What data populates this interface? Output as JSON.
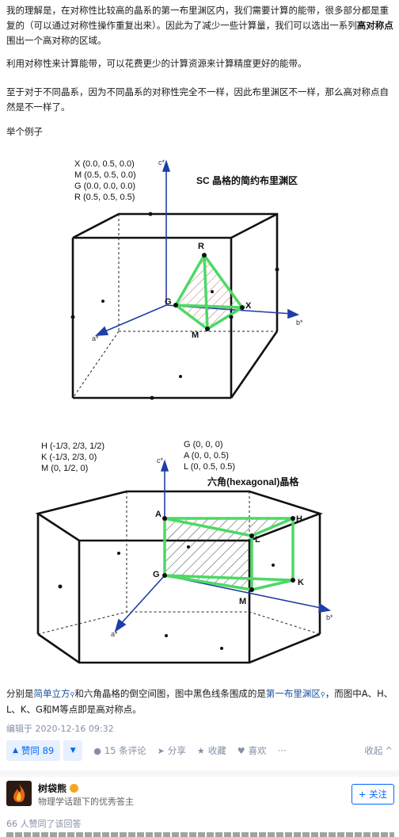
{
  "paragraphs": {
    "p1_part1": "我的理解是，在对称性比较高的晶系的第一布里渊区内，我们需要计算的能带，很多部分都是重复的（可以通过对称性操作重复出来）。因此为了减少一些计算量，我们可以选出一系列",
    "p1_bold": "高对称点",
    "p1_part2": "围出一个高对称的区域。",
    "p2": "利用对称性来计算能带，可以花费更少的计算资源来计算精度更好的能带。",
    "p3": "至于对于不同晶系，因为不同晶系的对称性完全不一样，因此布里渊区不一样，那么高对称点自然是不一样了。",
    "p4": "举个例子"
  },
  "figure1": {
    "title": "SC 晶格的简约布里渊区",
    "coords": [
      "X (0.0, 0.5, 0.0)",
      "M (0.5, 0.5, 0.0)",
      "G (0.0, 0.0, 0.0)",
      "R (0.5, 0.5, 0.5)"
    ],
    "axes": {
      "c": "c*",
      "a": "a*",
      "b": "b*"
    },
    "points": {
      "R": "R",
      "G": "G",
      "X": "X",
      "M": "M"
    }
  },
  "figure2": {
    "title": "六角(hexagonal)晶格",
    "coords_left": [
      "H (-1/3, 2/3, 1/2)",
      "K (-1/3, 2/3, 0)",
      "M (0, 1/2, 0)"
    ],
    "coords_right": [
      "G (0, 0, 0)",
      "A (0, 0, 0.5)",
      "L (0, 0.5, 0.5)"
    ],
    "axes": {
      "c": "c*",
      "a": "a*",
      "b": "b*"
    },
    "points": {
      "A": "A",
      "H": "H",
      "L": "L",
      "G": "G",
      "K": "K",
      "M": "M"
    }
  },
  "caption": {
    "part1": "分别是",
    "link1": "简单立方",
    "part2": "和六角晶格的倒空间图，图中黑色线条围成的是",
    "link2": "第一布里渊区",
    "part3": "，而图中A、H、L、K、G和M等点即是高对称点。"
  },
  "meta": {
    "edited": "编辑于 2020-12-16 09:32"
  },
  "actions": {
    "vote": "赞同 89",
    "comments": "15 条评论",
    "share": "分享",
    "favorite": "收藏",
    "like": "喜欢",
    "more": "···",
    "collapse": "收起"
  },
  "author": {
    "name": "树袋熊",
    "desc": "物理学话题下的优秀答主",
    "follow": "+ 关注",
    "agreed": "66 人赞同了该回答"
  },
  "colors": {
    "accent": "#0066ff",
    "green": "#4cd964",
    "link": "#175199"
  }
}
